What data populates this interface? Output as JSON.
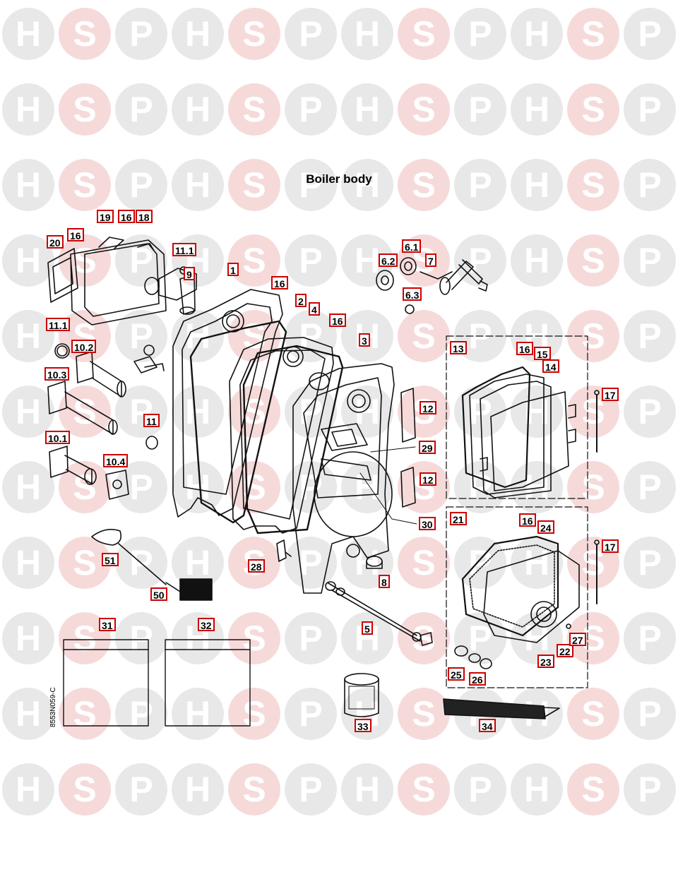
{
  "title": "Boiler body",
  "drawing_ref": "8553N059-C",
  "watermark": {
    "letters": [
      "H",
      "S",
      "P"
    ],
    "colors": {
      "H": "#e8e8e8",
      "S": "#f6dada",
      "P": "#e8e8e8"
    }
  },
  "callouts": [
    {
      "id": "c1",
      "label": "1"
    },
    {
      "id": "c2",
      "label": "2"
    },
    {
      "id": "c3",
      "label": "3"
    },
    {
      "id": "c4",
      "label": "4"
    },
    {
      "id": "c5",
      "label": "5"
    },
    {
      "id": "c6_1",
      "label": "6.1"
    },
    {
      "id": "c6_2",
      "label": "6.2"
    },
    {
      "id": "c6_3",
      "label": "6.3"
    },
    {
      "id": "c7",
      "label": "7"
    },
    {
      "id": "c8",
      "label": "8"
    },
    {
      "id": "c9",
      "label": "9"
    },
    {
      "id": "c10_1",
      "label": "10.1"
    },
    {
      "id": "c10_2",
      "label": "10.2"
    },
    {
      "id": "c10_3",
      "label": "10.3"
    },
    {
      "id": "c10_4",
      "label": "10.4"
    },
    {
      "id": "c11",
      "label": "11"
    },
    {
      "id": "c11_1a",
      "label": "11.1"
    },
    {
      "id": "c11_1b",
      "label": "11.1"
    },
    {
      "id": "c12a",
      "label": "12"
    },
    {
      "id": "c12b",
      "label": "12"
    },
    {
      "id": "c13",
      "label": "13"
    },
    {
      "id": "c14",
      "label": "14"
    },
    {
      "id": "c15",
      "label": "15"
    },
    {
      "id": "c16a",
      "label": "16"
    },
    {
      "id": "c16b",
      "label": "16"
    },
    {
      "id": "c16c",
      "label": "16"
    },
    {
      "id": "c16d",
      "label": "16"
    },
    {
      "id": "c16e",
      "label": "16"
    },
    {
      "id": "c16f",
      "label": "16"
    },
    {
      "id": "c17a",
      "label": "17"
    },
    {
      "id": "c17b",
      "label": "17"
    },
    {
      "id": "c18",
      "label": "18"
    },
    {
      "id": "c19",
      "label": "19"
    },
    {
      "id": "c20",
      "label": "20"
    },
    {
      "id": "c21",
      "label": "21"
    },
    {
      "id": "c22",
      "label": "22"
    },
    {
      "id": "c23",
      "label": "23"
    },
    {
      "id": "c24",
      "label": "24"
    },
    {
      "id": "c25",
      "label": "25"
    },
    {
      "id": "c26",
      "label": "26"
    },
    {
      "id": "c27",
      "label": "27"
    },
    {
      "id": "c28",
      "label": "28"
    },
    {
      "id": "c29",
      "label": "29"
    },
    {
      "id": "c30",
      "label": "30"
    },
    {
      "id": "c31",
      "label": "31"
    },
    {
      "id": "c32",
      "label": "32"
    },
    {
      "id": "c33",
      "label": "33"
    },
    {
      "id": "c34",
      "label": "34"
    },
    {
      "id": "c50",
      "label": "50"
    },
    {
      "id": "c51",
      "label": "51"
    }
  ]
}
